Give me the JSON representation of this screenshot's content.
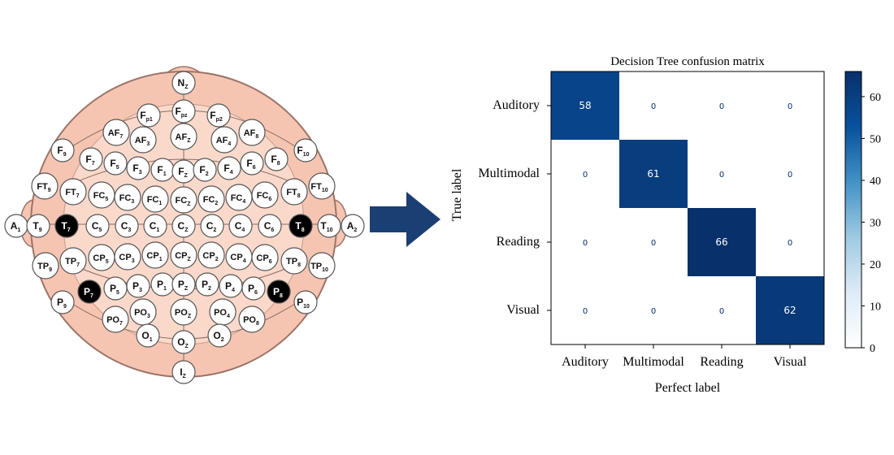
{
  "colors": {
    "head_fill": "#f6c5b2",
    "head_inner": "#fbd9ca",
    "head_stroke": "#9c7468",
    "electrode_fill": "#ffffff",
    "electrode_active": "#000000",
    "arrow": "#1a3f73",
    "cm_high": "#08306b",
    "cm_low": "#ffffff"
  },
  "electrode_map": {
    "highlighted": [
      "T7",
      "T8",
      "P7",
      "P8"
    ],
    "electrodes": [
      {
        "id": "Nz",
        "base": "N",
        "sub": "Z"
      },
      {
        "id": "Fp1",
        "base": "F",
        "sub": "p1"
      },
      {
        "id": "Fpz",
        "base": "F",
        "sub": "pz"
      },
      {
        "id": "Fp2",
        "base": "F",
        "sub": "p2"
      },
      {
        "id": "AF7",
        "base": "AF",
        "sub": "7"
      },
      {
        "id": "AF3",
        "base": "AF",
        "sub": "3"
      },
      {
        "id": "AFz",
        "base": "AF",
        "sub": "Z"
      },
      {
        "id": "AF4",
        "base": "AF",
        "sub": "4"
      },
      {
        "id": "AF8",
        "base": "AF",
        "sub": "8"
      },
      {
        "id": "F9",
        "base": "F",
        "sub": "9"
      },
      {
        "id": "F7",
        "base": "F",
        "sub": "7"
      },
      {
        "id": "F5",
        "base": "F",
        "sub": "5"
      },
      {
        "id": "F3",
        "base": "F",
        "sub": "3"
      },
      {
        "id": "F1",
        "base": "F",
        "sub": "1"
      },
      {
        "id": "Fz",
        "base": "F",
        "sub": "Z"
      },
      {
        "id": "F2",
        "base": "F",
        "sub": "2"
      },
      {
        "id": "F4",
        "base": "F",
        "sub": "4"
      },
      {
        "id": "F6",
        "base": "F",
        "sub": "6"
      },
      {
        "id": "F8",
        "base": "F",
        "sub": "8"
      },
      {
        "id": "F10",
        "base": "F",
        "sub": "10"
      },
      {
        "id": "FT9",
        "base": "FT",
        "sub": "9"
      },
      {
        "id": "FT7",
        "base": "FT",
        "sub": "7"
      },
      {
        "id": "FC5",
        "base": "FC",
        "sub": "5"
      },
      {
        "id": "FC3",
        "base": "FC",
        "sub": "3"
      },
      {
        "id": "FC1",
        "base": "FC",
        "sub": "1"
      },
      {
        "id": "FCz",
        "base": "FC",
        "sub": "Z"
      },
      {
        "id": "FC2",
        "base": "FC",
        "sub": "2"
      },
      {
        "id": "FC4",
        "base": "FC",
        "sub": "4"
      },
      {
        "id": "FC6",
        "base": "FC",
        "sub": "6"
      },
      {
        "id": "FT8",
        "base": "FT",
        "sub": "8"
      },
      {
        "id": "FT10",
        "base": "FT",
        "sub": "10"
      },
      {
        "id": "A1",
        "base": "A",
        "sub": "1"
      },
      {
        "id": "T9",
        "base": "T",
        "sub": "9"
      },
      {
        "id": "T7",
        "base": "T",
        "sub": "7"
      },
      {
        "id": "C5",
        "base": "C",
        "sub": "5"
      },
      {
        "id": "C3",
        "base": "C",
        "sub": "3"
      },
      {
        "id": "C1",
        "base": "C",
        "sub": "1"
      },
      {
        "id": "Cz",
        "base": "C",
        "sub": "Z"
      },
      {
        "id": "C2",
        "base": "C",
        "sub": "2"
      },
      {
        "id": "C4",
        "base": "C",
        "sub": "4"
      },
      {
        "id": "C6",
        "base": "C",
        "sub": "6"
      },
      {
        "id": "T8",
        "base": "T",
        "sub": "8"
      },
      {
        "id": "T10",
        "base": "T",
        "sub": "10"
      },
      {
        "id": "A2",
        "base": "A",
        "sub": "2"
      },
      {
        "id": "TP9",
        "base": "TP",
        "sub": "9"
      },
      {
        "id": "TP7",
        "base": "TP",
        "sub": "7"
      },
      {
        "id": "CP5",
        "base": "CP",
        "sub": "5"
      },
      {
        "id": "CP3",
        "base": "CP",
        "sub": "3"
      },
      {
        "id": "CP1",
        "base": "CP",
        "sub": "1"
      },
      {
        "id": "CPz",
        "base": "CP",
        "sub": "Z"
      },
      {
        "id": "CP2",
        "base": "CP",
        "sub": "2"
      },
      {
        "id": "CP4",
        "base": "CP",
        "sub": "4"
      },
      {
        "id": "CP6",
        "base": "CP",
        "sub": "6"
      },
      {
        "id": "TP8",
        "base": "TP",
        "sub": "8"
      },
      {
        "id": "TP10",
        "base": "TP",
        "sub": "10"
      },
      {
        "id": "P9",
        "base": "P",
        "sub": "9"
      },
      {
        "id": "P7",
        "base": "P",
        "sub": "7"
      },
      {
        "id": "P5",
        "base": "P",
        "sub": "5"
      },
      {
        "id": "P3",
        "base": "P",
        "sub": "3"
      },
      {
        "id": "P1",
        "base": "P",
        "sub": "1"
      },
      {
        "id": "Pz",
        "base": "P",
        "sub": "Z"
      },
      {
        "id": "P2",
        "base": "P",
        "sub": "2"
      },
      {
        "id": "P4",
        "base": "P",
        "sub": "4"
      },
      {
        "id": "P6",
        "base": "P",
        "sub": "6"
      },
      {
        "id": "P8",
        "base": "P",
        "sub": "8"
      },
      {
        "id": "P10",
        "base": "P",
        "sub": "10"
      },
      {
        "id": "PO7",
        "base": "PO",
        "sub": "7"
      },
      {
        "id": "PO3",
        "base": "PO",
        "sub": "3"
      },
      {
        "id": "POz",
        "base": "PO",
        "sub": "Z"
      },
      {
        "id": "PO4",
        "base": "PO",
        "sub": "4"
      },
      {
        "id": "PO8",
        "base": "PO",
        "sub": "8"
      },
      {
        "id": "O1",
        "base": "O",
        "sub": "1"
      },
      {
        "id": "Oz",
        "base": "O",
        "sub": "Z"
      },
      {
        "id": "O2",
        "base": "O",
        "sub": "2"
      },
      {
        "id": "Iz",
        "base": "I",
        "sub": "Z"
      }
    ]
  },
  "chart_data": {
    "type": "heatmap",
    "title": "Decision Tree confusion matrix",
    "xlabel": "Perfect label",
    "ylabel": "True label",
    "x_categories": [
      "Auditory",
      "Multimodal",
      "Reading",
      "Visual"
    ],
    "y_categories": [
      "Auditory",
      "Multimodal",
      "Reading",
      "Visual"
    ],
    "values": [
      [
        58,
        0,
        0,
        0
      ],
      [
        0,
        61,
        0,
        0
      ],
      [
        0,
        0,
        66,
        0
      ],
      [
        0,
        0,
        0,
        62
      ]
    ],
    "colorbar": {
      "range": [
        0,
        66
      ],
      "ticks": [
        0,
        10,
        20,
        30,
        40,
        50,
        60
      ],
      "colormap": "Blues"
    },
    "grid": false
  }
}
